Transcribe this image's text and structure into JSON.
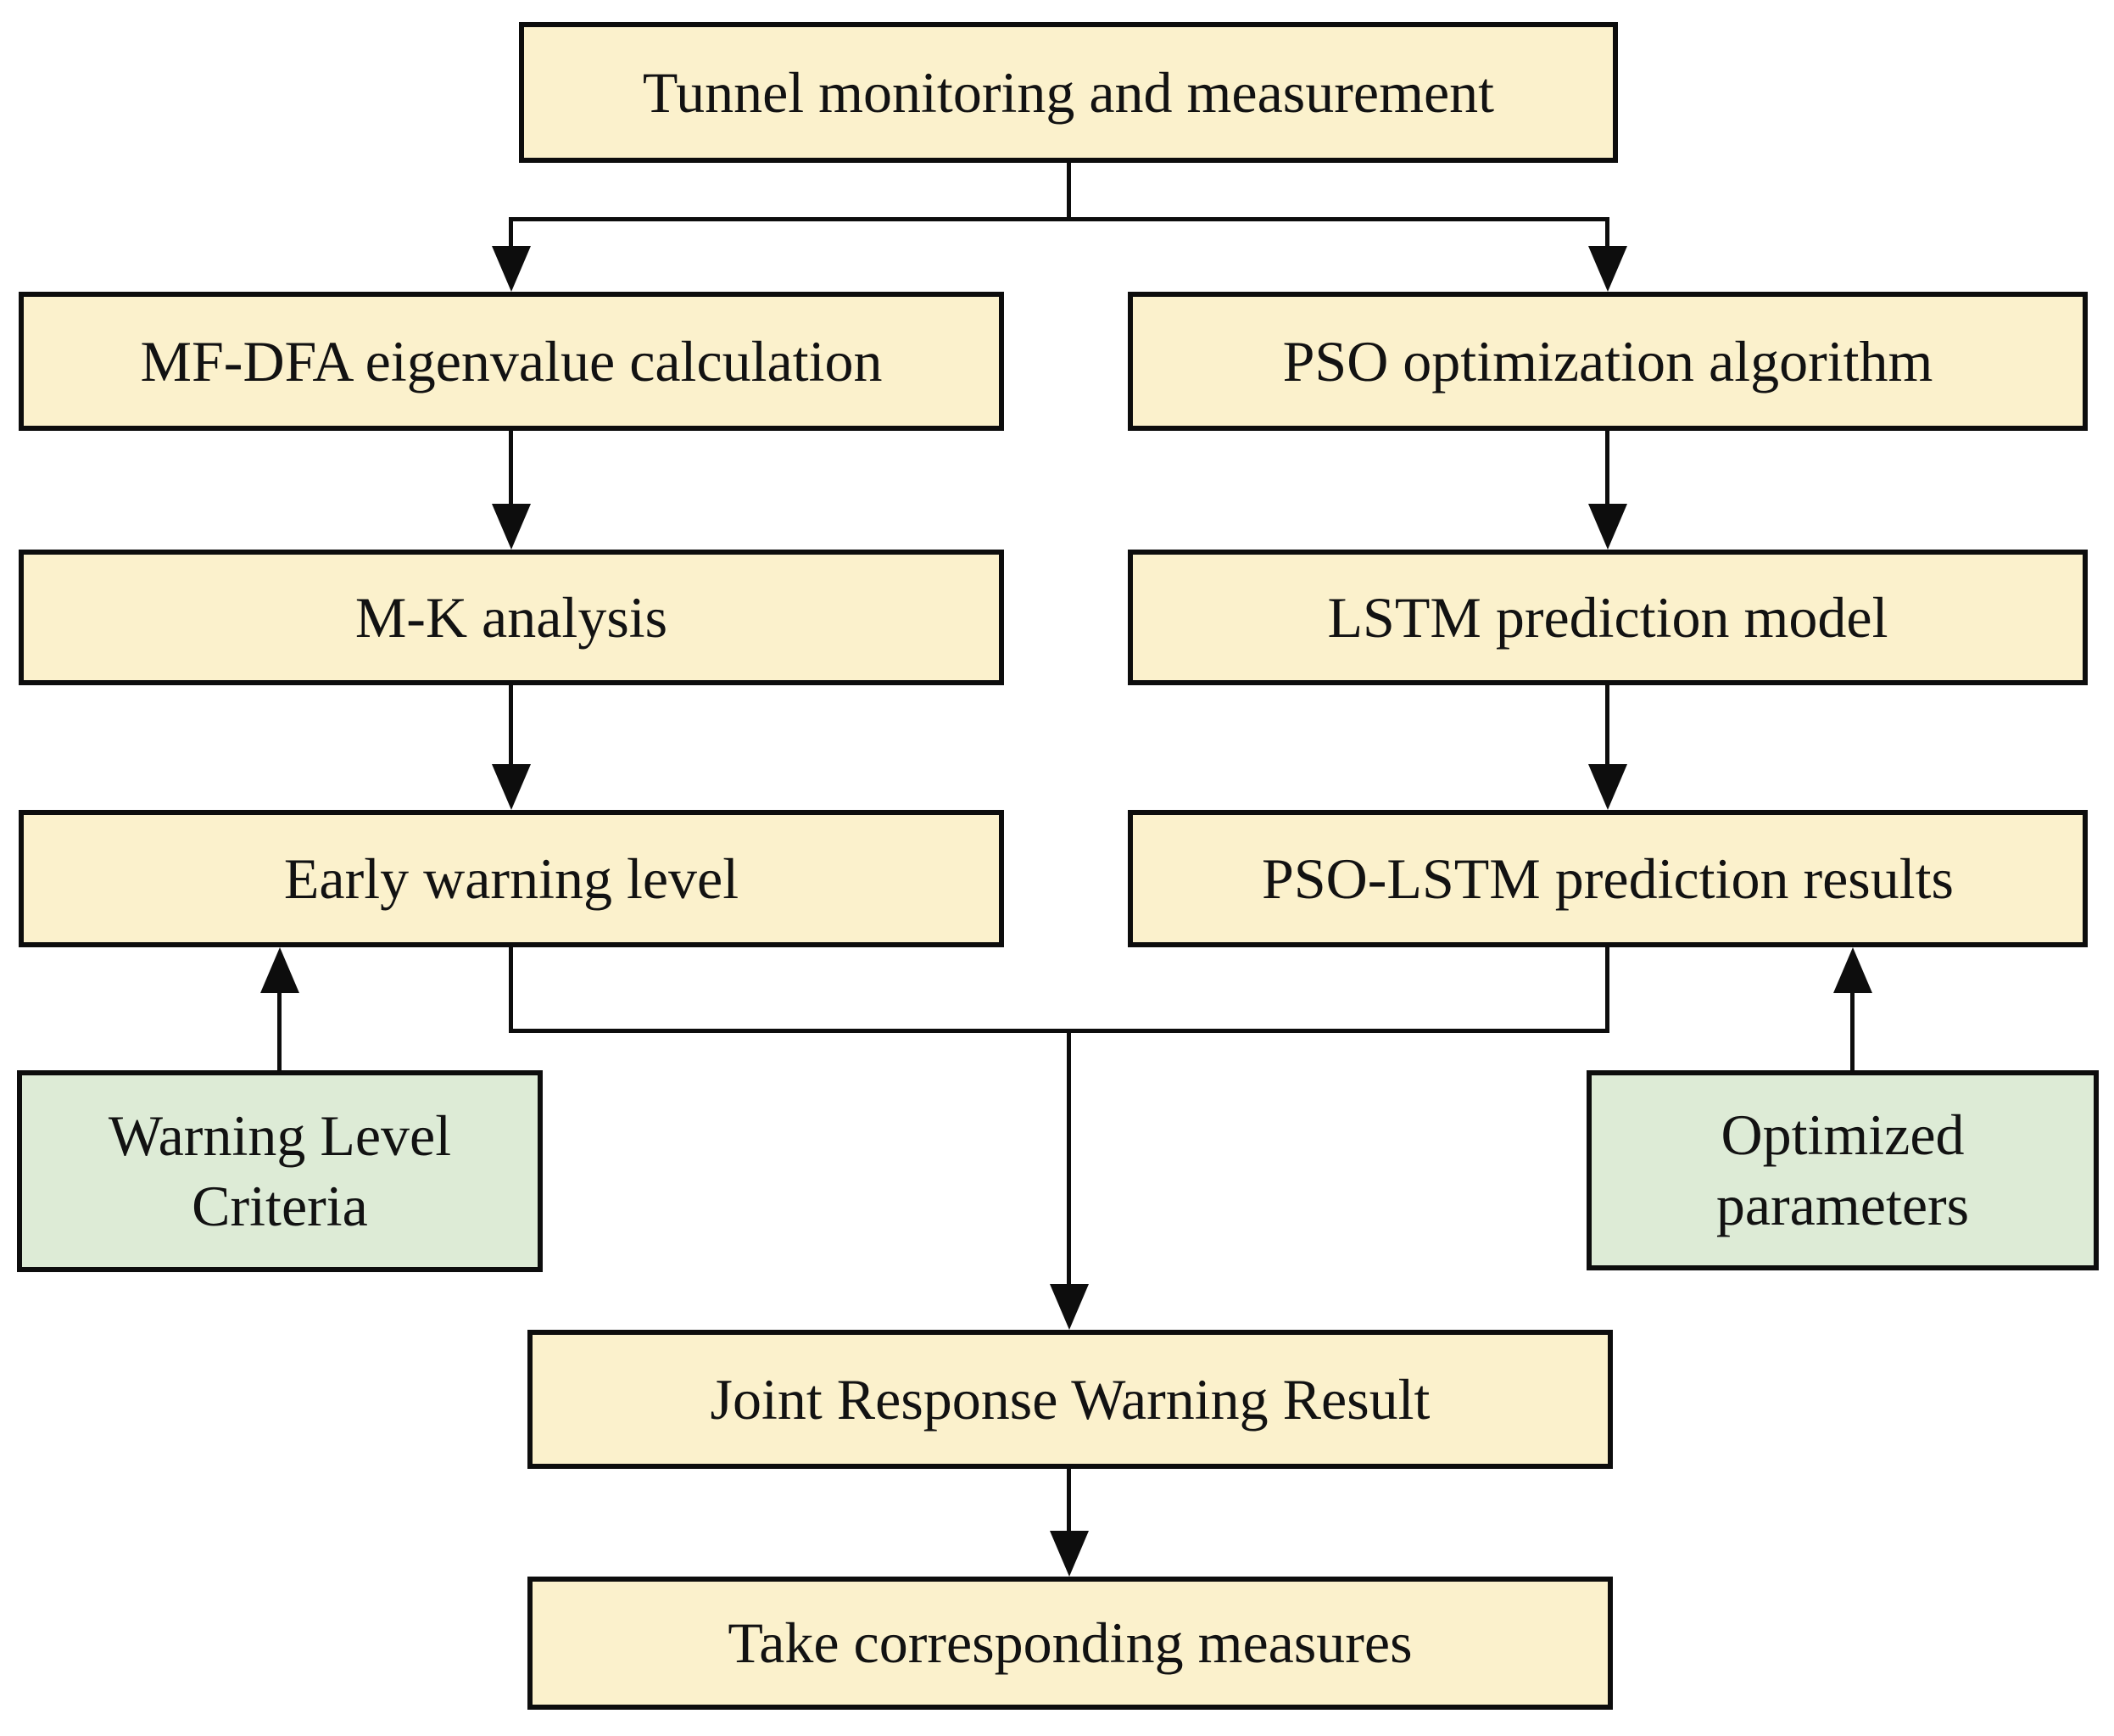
{
  "diagram": {
    "type": "flowchart",
    "nodes": {
      "tunnel": {
        "label": "Tunnel monitoring and measurement"
      },
      "mfdfa": {
        "label": "MF-DFA eigenvalue calculation"
      },
      "pso": {
        "label": "PSO optimization algorithm"
      },
      "mk": {
        "label": "M-K analysis"
      },
      "lstm": {
        "label": "LSTM prediction model"
      },
      "early": {
        "label": "Early warning level"
      },
      "psolstm": {
        "label": "PSO-LSTM prediction results"
      },
      "warning_criteria": {
        "label": "Warning Level Criteria"
      },
      "optimized_params": {
        "label": "Optimized parameters"
      },
      "joint": {
        "label": "Joint Response Warning Result"
      },
      "measures": {
        "label": "Take corresponding measures"
      }
    },
    "edges": [
      "tunnel -> mfdfa",
      "tunnel -> pso",
      "mfdfa -> mk",
      "mk -> early",
      "pso -> lstm",
      "lstm -> psolstm",
      "warning_criteria -> early",
      "optimized_params -> psolstm",
      "early -> joint",
      "psolstm -> joint",
      "joint -> measures"
    ],
    "colors": {
      "process_fill": "#FBF1CC",
      "input_fill": "#DDEBD6",
      "border": "#0D0D0D",
      "connector": "#0D0D0D",
      "background": "#FFFFFF",
      "text": "#121212"
    }
  }
}
